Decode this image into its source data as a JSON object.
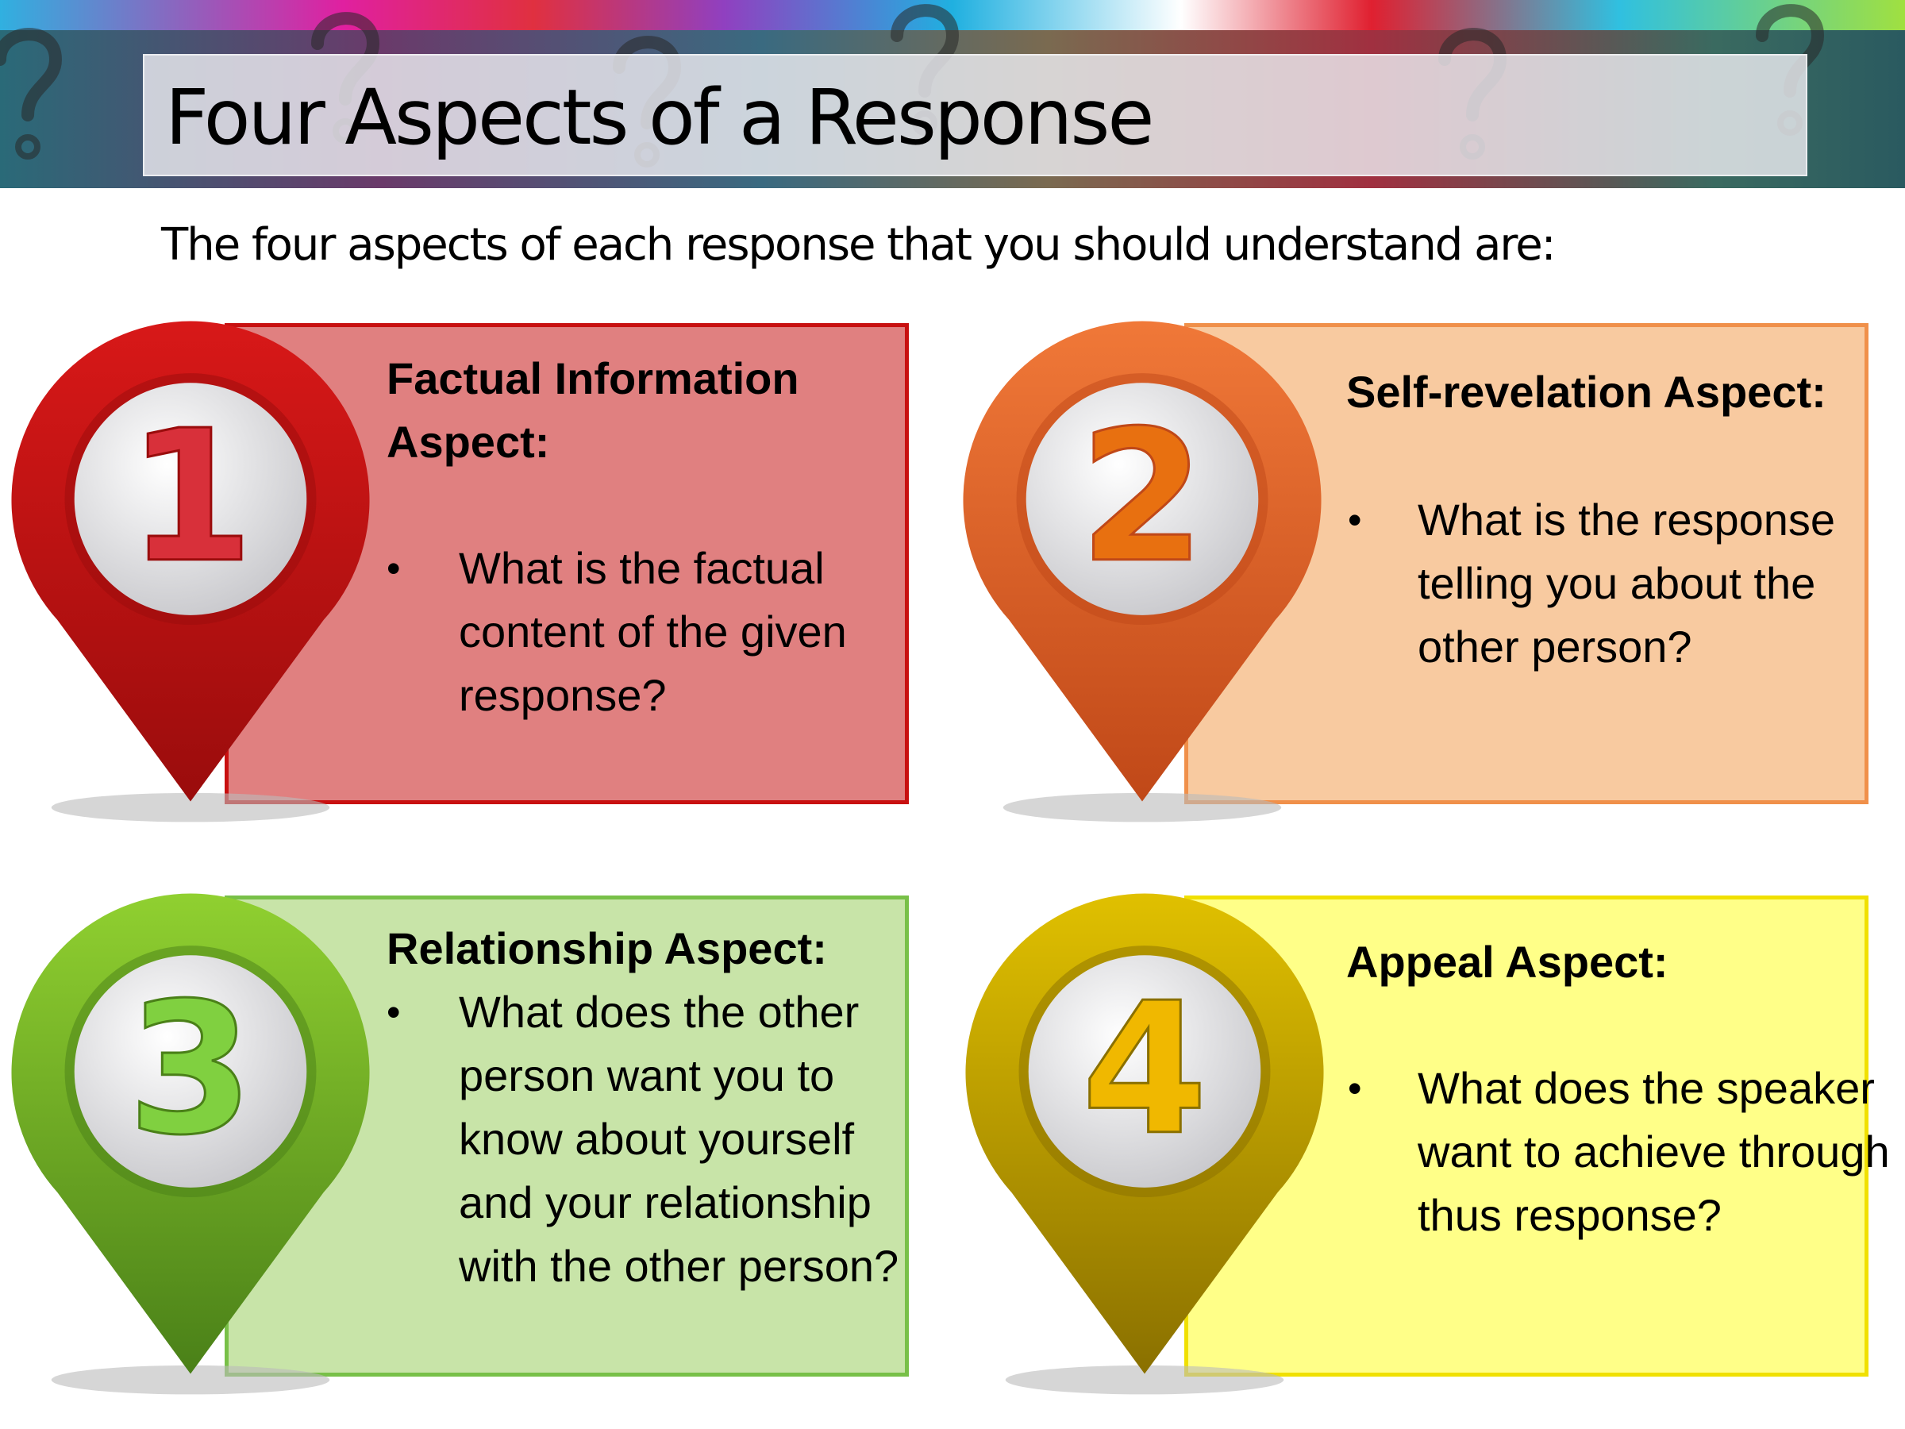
{
  "title": "Four Aspects of a Response",
  "subtitle": "The four aspects of each response that you should understand are:",
  "aspects": [
    {
      "number": "1",
      "heading": "Factual Information Aspect:",
      "bullet": "What is the factual content of the given response?",
      "fill": "#e08080",
      "border": "#c81010",
      "pin": "#d81818",
      "pin_dark": "#9a0c0c",
      "digit": "#d8303a"
    },
    {
      "number": "2",
      "heading": "Self-revelation Aspect:",
      "bullet": "What is the response telling you about the other person?",
      "fill": "#f8caa0",
      "border": "#f0904a",
      "pin": "#f07838",
      "pin_dark": "#c04818",
      "digit": "#e87010"
    },
    {
      "number": "3",
      "heading": "Relationship Aspect:",
      "bullet": "What does the other person want you to know about yourself and your relationship with the other person?",
      "fill": "#c8e4a8",
      "border": "#78c048",
      "pin": "#90d030",
      "pin_dark": "#4a8018",
      "digit": "#80d040"
    },
    {
      "number": "4",
      "heading": "Appeal Aspect:",
      "bullet": "What does the speaker want to achieve through thus response?",
      "fill": "#ffff88",
      "border": "#f0e000",
      "pin": "#e0c000",
      "pin_dark": "#8a7000",
      "digit": "#f0b800"
    }
  ]
}
